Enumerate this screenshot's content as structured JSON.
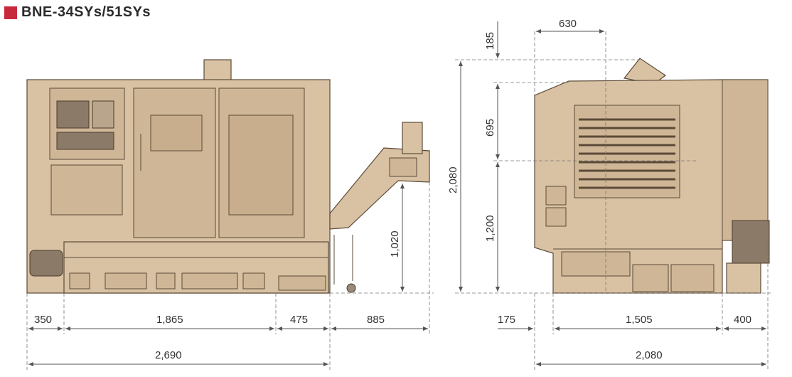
{
  "title": {
    "text": "BNE-34SYs/51SYs",
    "accent_color": "#c8283c"
  },
  "front_view": {
    "dims_bottom": [
      "350",
      "1,865",
      "475",
      "885"
    ],
    "overall_width": "2,690",
    "conveyor_height": "1,020"
  },
  "side_view": {
    "top_offset": "630",
    "dims_bottom": [
      "175",
      "1,505",
      "400"
    ],
    "overall_width": "2,080",
    "overall_height": "2,080",
    "vertical_dims": [
      "185",
      "695",
      "1,200"
    ]
  },
  "colors": {
    "machine_body": "#d9c2a3",
    "outline": "#5b4a38",
    "dimension_text": "#333333"
  }
}
